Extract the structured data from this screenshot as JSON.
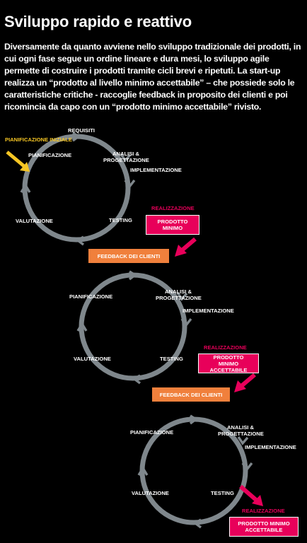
{
  "title": "Sviluppo rapido e reattivo",
  "intro": "Diversamente da quanto avviene nello sviluppo tradizionale dei prodotti, in cui ogni fase segue un ordine lineare e dura mesi, lo sviluppo agile permette di costruire i prodotti tramite cicli brevi e ripetuti. La start-up realizza un “prodotto al livello minimo accettabile” – che possiede solo le caratteristiche critiche - raccoglie feedback in proposito dei clienti e poi ricomincia da capo con un “prodotto minimo accettabile” rivisto.",
  "colors": {
    "background": "#000000",
    "ring": "#7f878c",
    "pink": "#e8005a",
    "orange": "#f0803c",
    "yellow": "#f6c624"
  },
  "cycle1": {
    "start_label": "PIANIFICAZIONE INIZIALE",
    "steps": {
      "requisiti": "REQUISITI",
      "pianificazione": "PIANIFICAZIONE",
      "analisi": "ANALISI & PROGETTAZIONE",
      "implementazione": "IMPLEMENTAZIONE",
      "testing": "TESTING",
      "valutazione": "VALUTAZIONE"
    },
    "release_label": "REALIZZAZIONE",
    "product": "PRODOTTO MINIMO",
    "feedback": "FEEDBACK DEI CLIENTI"
  },
  "cycle2": {
    "steps": {
      "pianificazione": "PIANIFICAZIONE",
      "analisi": "ANALISI & PROGETTAZIONE",
      "implementazione": "IMPLEMENTAZIONE",
      "testing": "TESTING",
      "valutazione": "VALUTAZIONE"
    },
    "release_label": "REALIZZAZIONE",
    "product": "PRODOTTO MINIMO ACCETTABILE",
    "feedback": "FEEDBACK DEI CLIENTI"
  },
  "cycle3": {
    "steps": {
      "pianificazione": "PIANIFICAZIONE",
      "analisi": "ANALISI & PROGETTAZIONE",
      "implementazione": "IMPLEMENTAZIONE",
      "testing": "TESTING",
      "valutazione": "VALUTAZIONE"
    },
    "release_label": "REALIZZAZIONE",
    "product": "PRODOTTO MINIMO ACCETTABILE"
  }
}
